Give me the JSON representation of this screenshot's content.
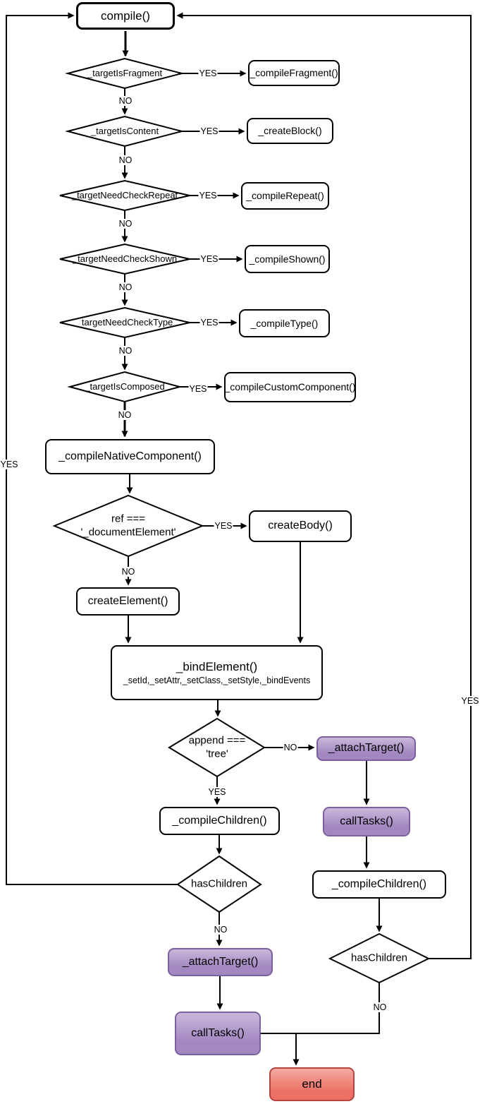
{
  "labels": {
    "yes": "YES",
    "no": "NO"
  },
  "nodes": {
    "compile": "compile()",
    "target_is_fragment": "_targetIsFragment",
    "compile_fragment": "_compileFragment()",
    "target_is_content": "_targetIsContent",
    "create_block": "_createBlock()",
    "target_need_check_repeat": "_targetNeedCheckRepeat",
    "compile_repeat": "_compileRepeat()",
    "target_need_check_shown": "_targetNeedCheckShown",
    "compile_shown": "_compileShown()",
    "target_need_check_type": "_targetNeedCheckType",
    "compile_type": "_compileType()",
    "target_is_composed": "_targetIsComposed",
    "compile_custom_component": "_compileCustomComponent()",
    "compile_native_component": "_compileNativeComponent()",
    "ref_check_line1": "ref ===",
    "ref_check_line2": "'_documentElement'",
    "create_body": "createBody()",
    "create_element": "createElement()",
    "bind_element_title": "_bindElement()",
    "bind_element_subtitle": "_setId,_setAttr,_setClass,_setStyle,_bindEvents",
    "append_check_line1": "append ===",
    "append_check_line2": "'tree'",
    "attach_target_right": "_attachTarget()",
    "call_tasks_right": "callTasks()",
    "compile_children_left": "_compileChildren()",
    "compile_children_right": "_compileChildren()",
    "has_children_left": "hasChildren",
    "has_children_right": "hasChildren",
    "attach_target_left": "_attachTarget()",
    "call_tasks_left": "callTasks()",
    "end": "end"
  },
  "colors": {
    "task_fill_top": "#c9b8da",
    "task_fill_bottom": "#a287c1",
    "task_border": "#7d5fa0",
    "end_fill_top": "#f4a9a2",
    "end_fill_bottom": "#ec7063",
    "end_border": "#b5443f",
    "line": "#000000"
  }
}
